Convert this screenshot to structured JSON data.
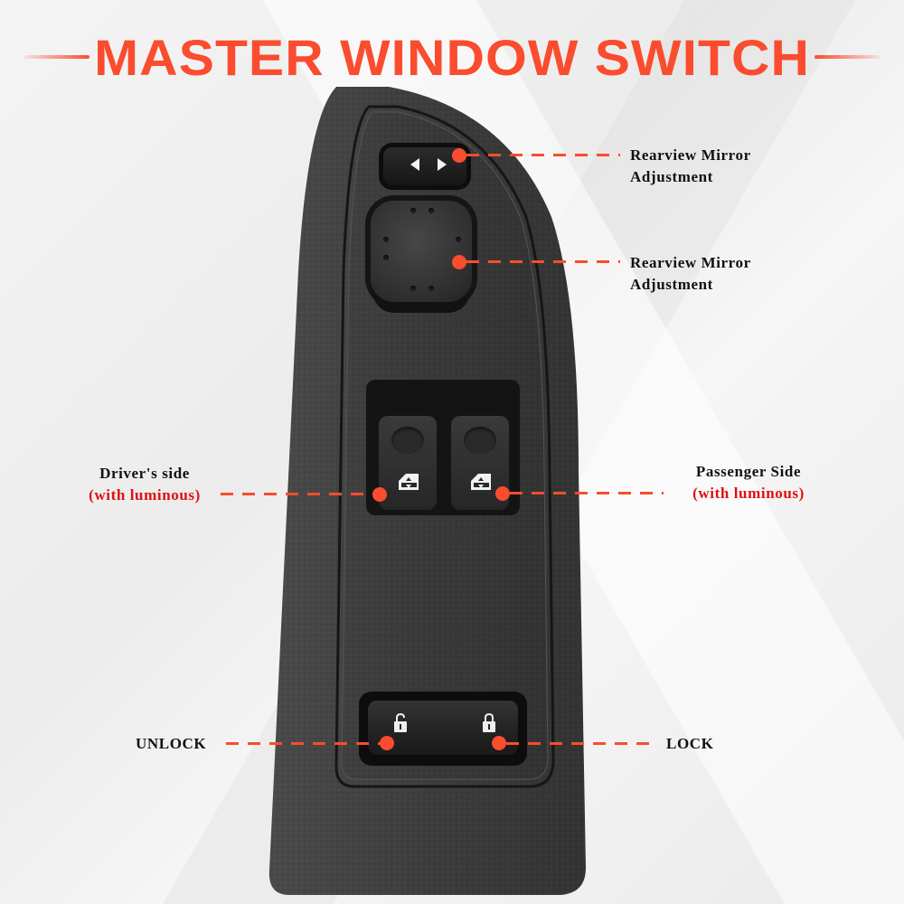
{
  "title": "MASTER WINDOW SWITCH",
  "colors": {
    "accent": "#fa4c2e",
    "highlight_text": "#e01010",
    "label_text": "#111111",
    "panel": "#3a3a3a",
    "background": "#efefef"
  },
  "callouts": [
    {
      "id": "mirror-select",
      "lines": [
        "Rearview Mirror",
        "Adjustment"
      ],
      "highlight": "",
      "target": "mirror-select-switch"
    },
    {
      "id": "mirror-pad",
      "lines": [
        "Rearview Mirror",
        "Adjustment"
      ],
      "highlight": "",
      "target": "mirror-adjust-pad"
    },
    {
      "id": "driver",
      "lines": [
        "Driver's side"
      ],
      "highlight": "(with luminous)",
      "target": "driver-window-switch"
    },
    {
      "id": "passenger",
      "lines": [
        "Passenger Side"
      ],
      "highlight": "(with luminous)",
      "target": "passenger-window-switch"
    },
    {
      "id": "unlock",
      "lines": [
        "UNLOCK"
      ],
      "highlight": "",
      "target": "unlock-button"
    },
    {
      "id": "lock",
      "lines": [
        "LOCK"
      ],
      "highlight": "",
      "target": "lock-button"
    }
  ],
  "icons": {
    "mirror_select": [
      "left-arrow-icon",
      "right-arrow-icon"
    ],
    "window_switch": "window-glyph-icon",
    "unlock": "padlock-open-icon",
    "lock": "padlock-closed-icon"
  }
}
